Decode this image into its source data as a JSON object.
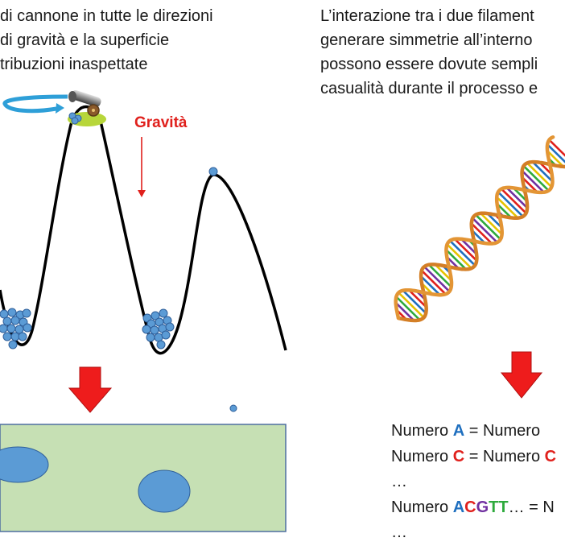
{
  "left_paragraph": [
    "di cannone in tutte le direzioni",
    "di gravità e la superficie",
    "tribuzioni inaspettate"
  ],
  "right_paragraph": [
    "L’interazione tra i due filament",
    "generare simmetrie all’interno",
    "possono essere dovute sempli",
    "casualità durante il processo e"
  ],
  "gravity_label": "Gravità",
  "equations": {
    "line1": {
      "prefix": "Numero ",
      "base": "A",
      "suffix": " = Numero"
    },
    "line2": {
      "prefix": "Numero ",
      "base": "C",
      "suffix": " = Numero "
    },
    "line2_partial": "C",
    "ellipsis1": "…",
    "line4": {
      "prefix": "Numero ",
      "seq": [
        "A",
        "C",
        "G",
        "T",
        "T"
      ],
      "suffix": "… = N"
    },
    "ellipsis2": "…"
  },
  "colors": {
    "A": "#1f6fbf",
    "C": "#e0201c",
    "G": "#7030a0",
    "T": "#2eaa3c",
    "arrow": "#ee1c1c",
    "ball": "#5b9bd5",
    "surface": "#c6e0b4",
    "spin": "#2e9fd8"
  },
  "icons": [
    "cannon-icon",
    "rotation-arrow-icon",
    "dna-helix-icon"
  ]
}
